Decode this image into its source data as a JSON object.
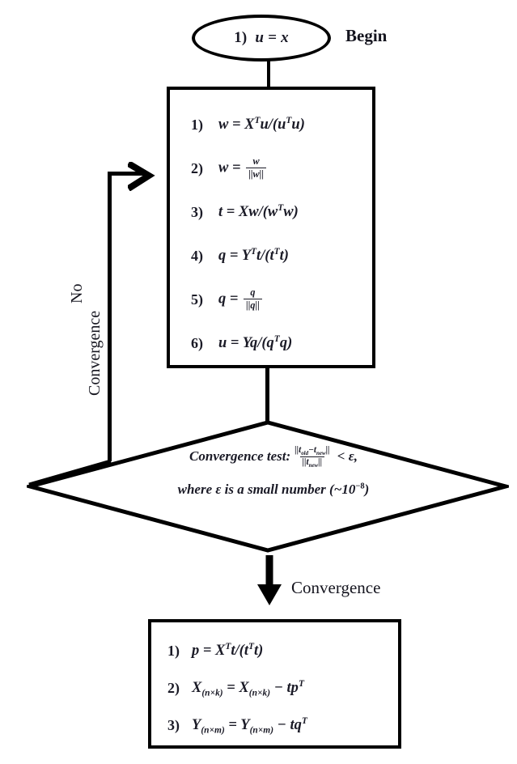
{
  "diagram": {
    "title": "NIPALS PLS algorithm flowchart",
    "begin": {
      "label": "Begin",
      "step_index": "1)",
      "equation_plain": "u = x"
    },
    "process_box": {
      "steps": [
        {
          "index": "1)",
          "equation_plain": "w = X^T u/(u^T u)"
        },
        {
          "index": "2)",
          "equation_plain": "w = w/||w||"
        },
        {
          "index": "3)",
          "equation_plain": "t = Xw/(w^T w)"
        },
        {
          "index": "4)",
          "equation_plain": "q = Y^T t/(t^T t)"
        },
        {
          "index": "5)",
          "equation_plain": "q = q/||q||"
        },
        {
          "index": "6)",
          "equation_plain": "u = Yq/(q^T q)"
        }
      ]
    },
    "decision": {
      "line1_plain": "Convergence test: ||t_old - t_new||/||t_new|| < ε,",
      "line2_plain": "where ε is a small number (~10^-8)",
      "label_prefix": "Convergence test:",
      "epsilon": "ε",
      "tolerance": "~10⁻⁸"
    },
    "edges": {
      "loop_label_line1": "No",
      "loop_label_line2": "Convergence",
      "exit_label": "Convergence"
    },
    "final_box": {
      "steps": [
        {
          "index": "1)",
          "equation_plain": "p = X^T t/(t^T t)"
        },
        {
          "index": "2)",
          "equation_plain": "X_(n×k) = X_(n×k) - tp^T"
        },
        {
          "index": "3)",
          "equation_plain": "Y_(n×m) = Y_(n×m) - tq^T"
        }
      ]
    },
    "colors": {
      "stroke": "#000000",
      "text": "#1a1a26",
      "background": "#ffffff"
    }
  }
}
